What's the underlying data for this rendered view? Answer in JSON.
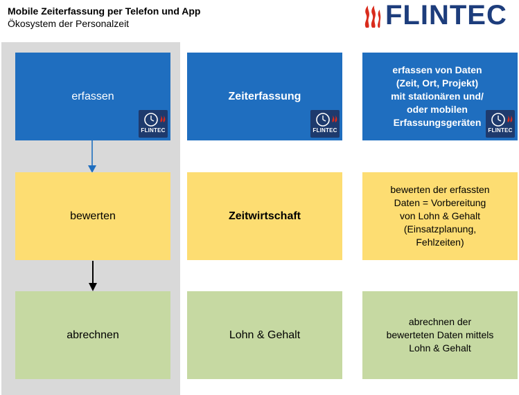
{
  "header": {
    "title": "Mobile Zeiterfassung per Telefon und App",
    "subtitle": "Ökosystem der Personalzeit"
  },
  "logo": {
    "text": "FLINTEC",
    "color": "#1d3d7c",
    "flame_color": "#d92b1c"
  },
  "colors": {
    "blue": "#1f6ebf",
    "yellow": "#fddd72",
    "green": "#c6d9a2",
    "lane": "#d9d9d9"
  },
  "badge": {
    "label": "FLINTEC",
    "icon": "clock-icon"
  },
  "rows": [
    {
      "step": "erfassen",
      "system": "Zeiterfassung",
      "description": "erfassen von Daten\n(Zeit, Ort, Projekt)\nmit stationären und/\noder mobilen\nErfassungsgeräten"
    },
    {
      "step": "bewerten",
      "system": "Zeitwirtschaft",
      "description": "bewerten der erfassten\nDaten = Vorbereitung\nvon Lohn & Gehalt\n(Einsatzplanung,\nFehlzeiten)"
    },
    {
      "step": "abrechnen",
      "system": "Lohn & Gehalt",
      "description": "abrechnen der\nbewerteten Daten mittels\nLohn & Gehalt"
    }
  ]
}
